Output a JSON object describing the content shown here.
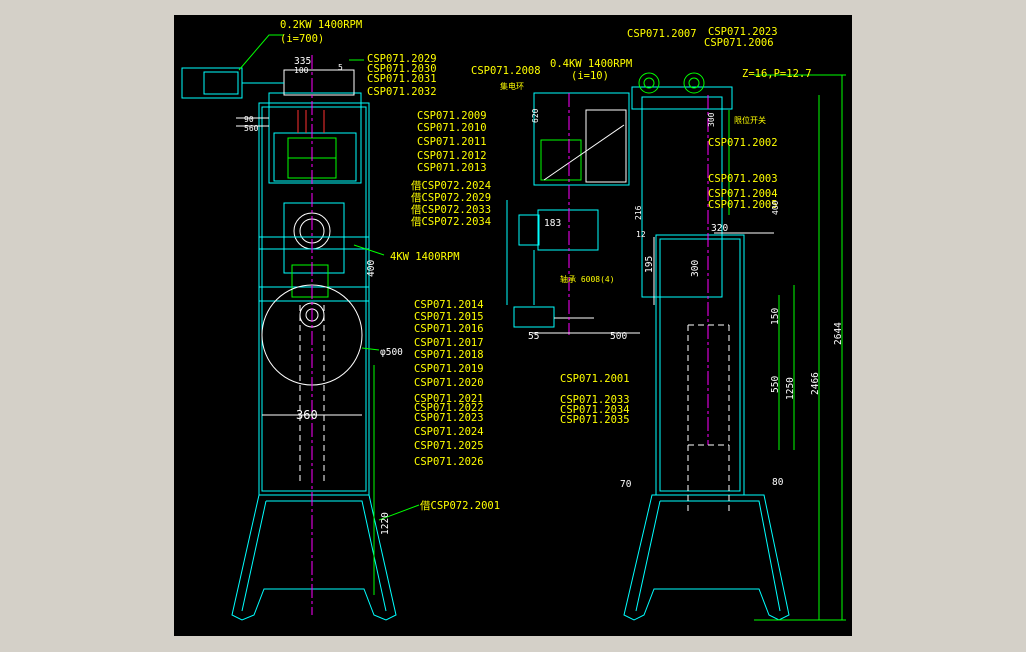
{
  "drawing": {
    "left_labels": [
      "CSP071.2029",
      "CSP071.2030",
      "CSP071.2031",
      "CSP071.2032",
      "CSP071.2009",
      "CSP071.2010",
      "CSP071.2011",
      "CSP071.2012",
      "CSP071.2013",
      "CSP071.2014",
      "CSP071.2015",
      "CSP071.2016",
      "CSP071.2017",
      "CSP071.2018",
      "CSP071.2019",
      "CSP071.2020",
      "CSP071.2021",
      "CSP071.2022",
      "CSP071.2023",
      "CSP071.2024",
      "CSP071.2025",
      "CSP071.2026"
    ],
    "csp072_labels": [
      "借CSP072.2024",
      "借CSP072.2029",
      "借CSP072.2033",
      "借CSP072.2034"
    ],
    "base_label": "借CSP072.2001",
    "right_labels": {
      "r2007": "CSP071.2007",
      "r2023": "CSP071.2023",
      "r2006": "CSP071.2006",
      "r2008": "CSP071.2008",
      "r2002": "CSP071.2002",
      "r2003": "CSP071.2003",
      "r2004": "CSP071.2004",
      "r2005": "CSP071.2005",
      "r2001": "CSP071.2001",
      "r2033": "CSP071.2033",
      "r2034": "CSP071.2034",
      "r2035": "CSP071.2035"
    },
    "motor_top": "0.2KW 1400RPM",
    "motor_top_ratio": "(i=700)",
    "motor_mid": "0.4KW 1400RPM",
    "motor_mid_ratio": "(i=10)",
    "motor_main": "4KW 1400RPM",
    "chain": "Z=16,P=12.7",
    "collector": "集电环",
    "limit_switch": "限位开关",
    "spindle": "轴承 6008(4)",
    "dims": {
      "d335": "335",
      "d100": "100",
      "d5": "5",
      "d90": "90",
      "d560": "560",
      "d400": "400",
      "d500c": "φ500",
      "d360": "360",
      "d1220": "1220",
      "d620": "620",
      "d183": "183",
      "d216": "216",
      "d300a": "300",
      "d12": "12",
      "d195": "195",
      "d300b": "300",
      "d320": "320",
      "d400r": "400",
      "d150": "150",
      "d550": "550",
      "d1250": "1250",
      "d2466": "2466",
      "d2644": "2644",
      "d55": "55",
      "d500": "500",
      "d70": "70",
      "d80": "80"
    }
  }
}
